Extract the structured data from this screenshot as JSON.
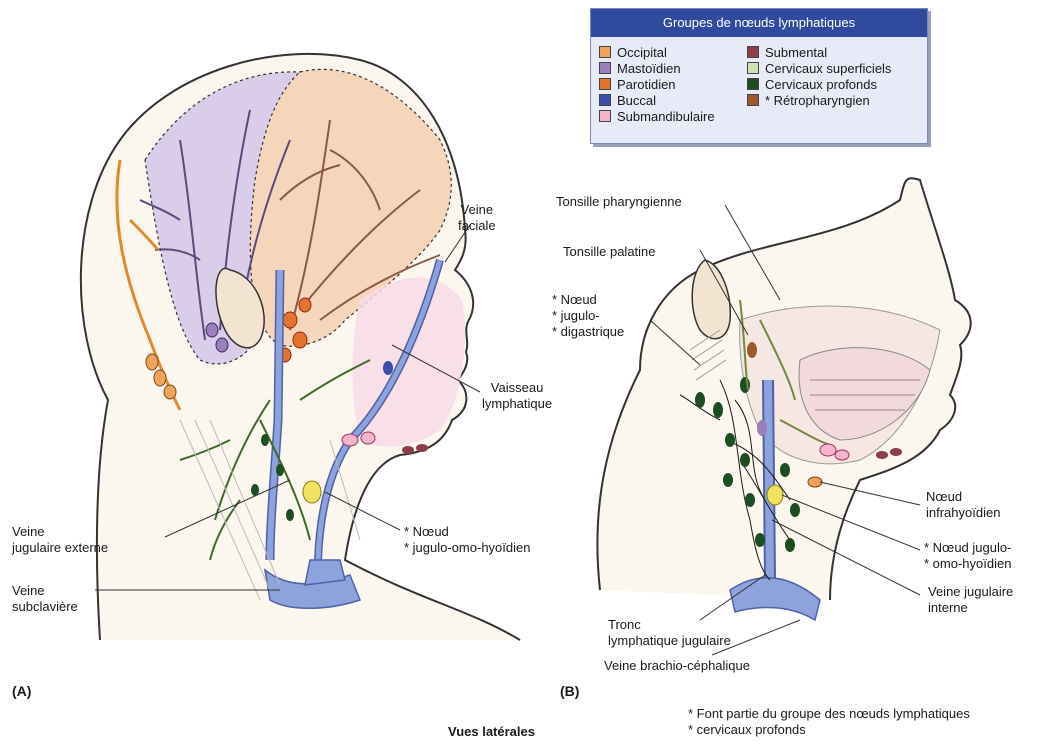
{
  "legend": {
    "title": "Groupes de nœuds lymphatiques",
    "left_items": [
      {
        "label": "Occipital",
        "color": "#f0a35a"
      },
      {
        "label": "Mastoïdien",
        "color": "#9b7fbd"
      },
      {
        "label": "Parotidien",
        "color": "#e2742e"
      },
      {
        "label": "Buccal",
        "color": "#3d4ea8"
      },
      {
        "label": "Submandibulaire",
        "color": "#f2b5cc"
      }
    ],
    "right_items": [
      {
        "label": "Submental",
        "color": "#8c3e4a"
      },
      {
        "label": "Cervicaux superficiels",
        "color": "#cfe3b0"
      },
      {
        "label": "Cervicaux profonds",
        "color": "#1f4d22"
      },
      {
        "label": "* Rétropharyngien",
        "color": "#9a5a2c"
      }
    ]
  },
  "panel_a": {
    "marker": "(A)",
    "labels": {
      "veine_faciale": "Veine\nfaciale",
      "vaisseau_lymphatique": "Vaisseau\nlymphatique",
      "veine_jugulaire_externe": "Veine\njugulaire externe",
      "veine_subclaviere": "Veine\nsubclavière",
      "noeud_jugulo_omo": "* Nœud\n* jugulo-omo-hyoïdien"
    }
  },
  "panel_b": {
    "marker": "(B)",
    "labels": {
      "tonsille_pharyngienne": "Tonsille pharyngienne",
      "tonsille_palatine": "Tonsille palatine",
      "noeud_jugulo_digastrique": "* Nœud\n* jugulo-\n* digastrique",
      "noeud_infrahyoidien": "Nœud\ninfrahyoïdien",
      "noeud_jugulo_omo": "* Nœud jugulo-\n* omo-hyoïdien",
      "veine_jugulaire_interne": "Veine jugulaire\ninterne",
      "tronc_lymphatique": "Tronc\nlymphatique jugulaire",
      "veine_brachio": "Veine brachio-céphalique"
    }
  },
  "caption": "Vues latérales",
  "footnote": "* Font partie du groupe des nœuds lymphatiques\n* cervicaux profonds",
  "colors": {
    "vein": "#8ea2dc",
    "vein_stroke": "#4e62a6",
    "deep_nodes": "#1f4d22",
    "superficial_vessels": "#6f8a3e"
  }
}
